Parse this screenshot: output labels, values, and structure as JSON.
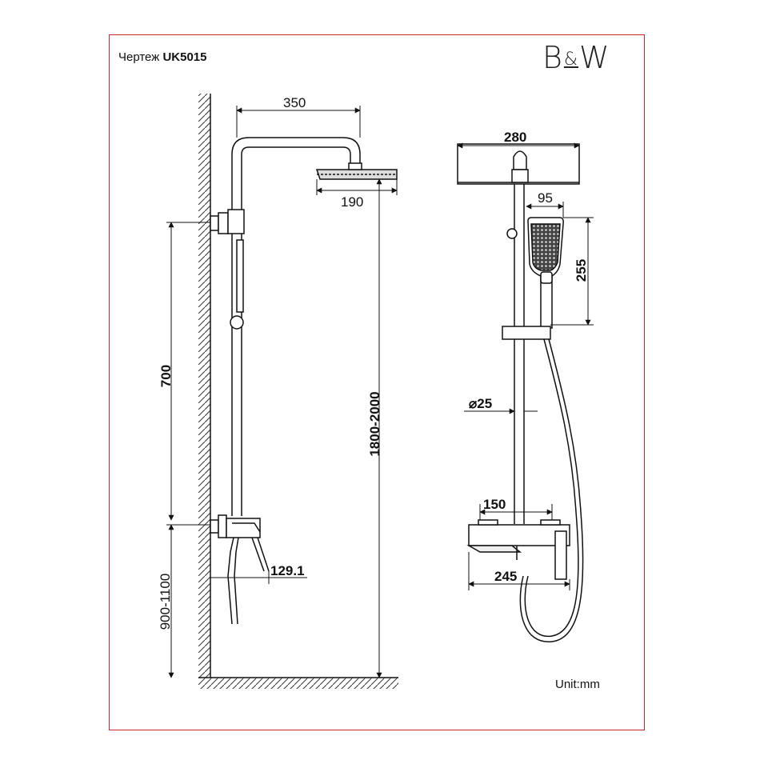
{
  "header": {
    "title_prefix": "Чертеж",
    "model": "UK5015",
    "brand_b": "B",
    "brand_amp": "&",
    "brand_w": "W"
  },
  "footer": {
    "unit": "Unit:mm"
  },
  "dimensions": {
    "arm_length": "350",
    "head_size_side": "190",
    "head_size_front": "280",
    "hand_shower_width": "95",
    "hand_shower_length": "255",
    "rail_height": "700",
    "total_height": "1800-2000",
    "mixer_height": "900-1100",
    "pipe_diameter": "⌀25",
    "mixer_depth": "129.1",
    "center_distance": "150",
    "mixer_width": "245"
  },
  "colors": {
    "frame": "#c62828",
    "line": "#111111"
  }
}
